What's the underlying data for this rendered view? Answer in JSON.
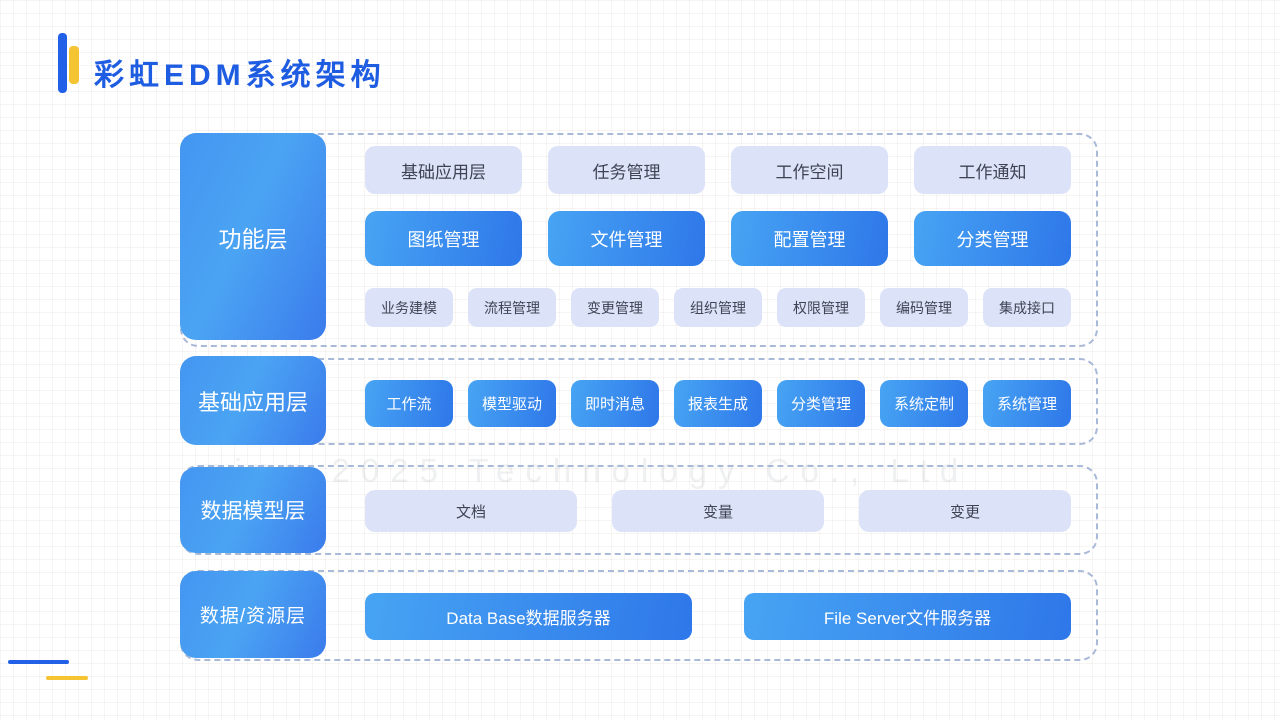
{
  "page": {
    "title": "彩虹EDM系统架构",
    "watermark": "ning 2025 Technology Co., Ltd"
  },
  "colors": {
    "title_text": "#1e5ce2",
    "accent_blue": "#2260e8",
    "accent_yellow": "#f5c433",
    "box_blue_gradient_start": "#47a4f3",
    "box_blue_gradient_end": "#2e77e9",
    "box_light": "#dce3f8",
    "dashed_border": "#a9b9d8"
  },
  "layers": [
    {
      "name": "功能层",
      "rows": [
        {
          "style": "light",
          "items": [
            "基础应用层",
            "任务管理",
            "工作空间",
            "工作通知"
          ]
        },
        {
          "style": "blue",
          "items": [
            "图纸管理",
            "文件管理",
            "配置管理",
            "分类管理"
          ]
        },
        {
          "style": "light-small",
          "items": [
            "业务建模",
            "流程管理",
            "变更管理",
            "组织管理",
            "权限管理",
            "编码管理",
            "集成接口"
          ]
        }
      ]
    },
    {
      "name": "基础应用层",
      "rows": [
        {
          "style": "blue-small",
          "items": [
            "工作流",
            "模型驱动",
            "即时消息",
            "报表生成",
            "分类管理",
            "系统定制",
            "系统管理"
          ]
        }
      ]
    },
    {
      "name": "数据模型层",
      "rows": [
        {
          "style": "light-wide",
          "items": [
            "文档",
            "变量",
            "变更"
          ]
        }
      ]
    },
    {
      "name": "数据/资源层",
      "rows": [
        {
          "style": "blue-wide",
          "items": [
            "Data Base数据服务器",
            "File Server文件服务器"
          ]
        }
      ]
    }
  ]
}
